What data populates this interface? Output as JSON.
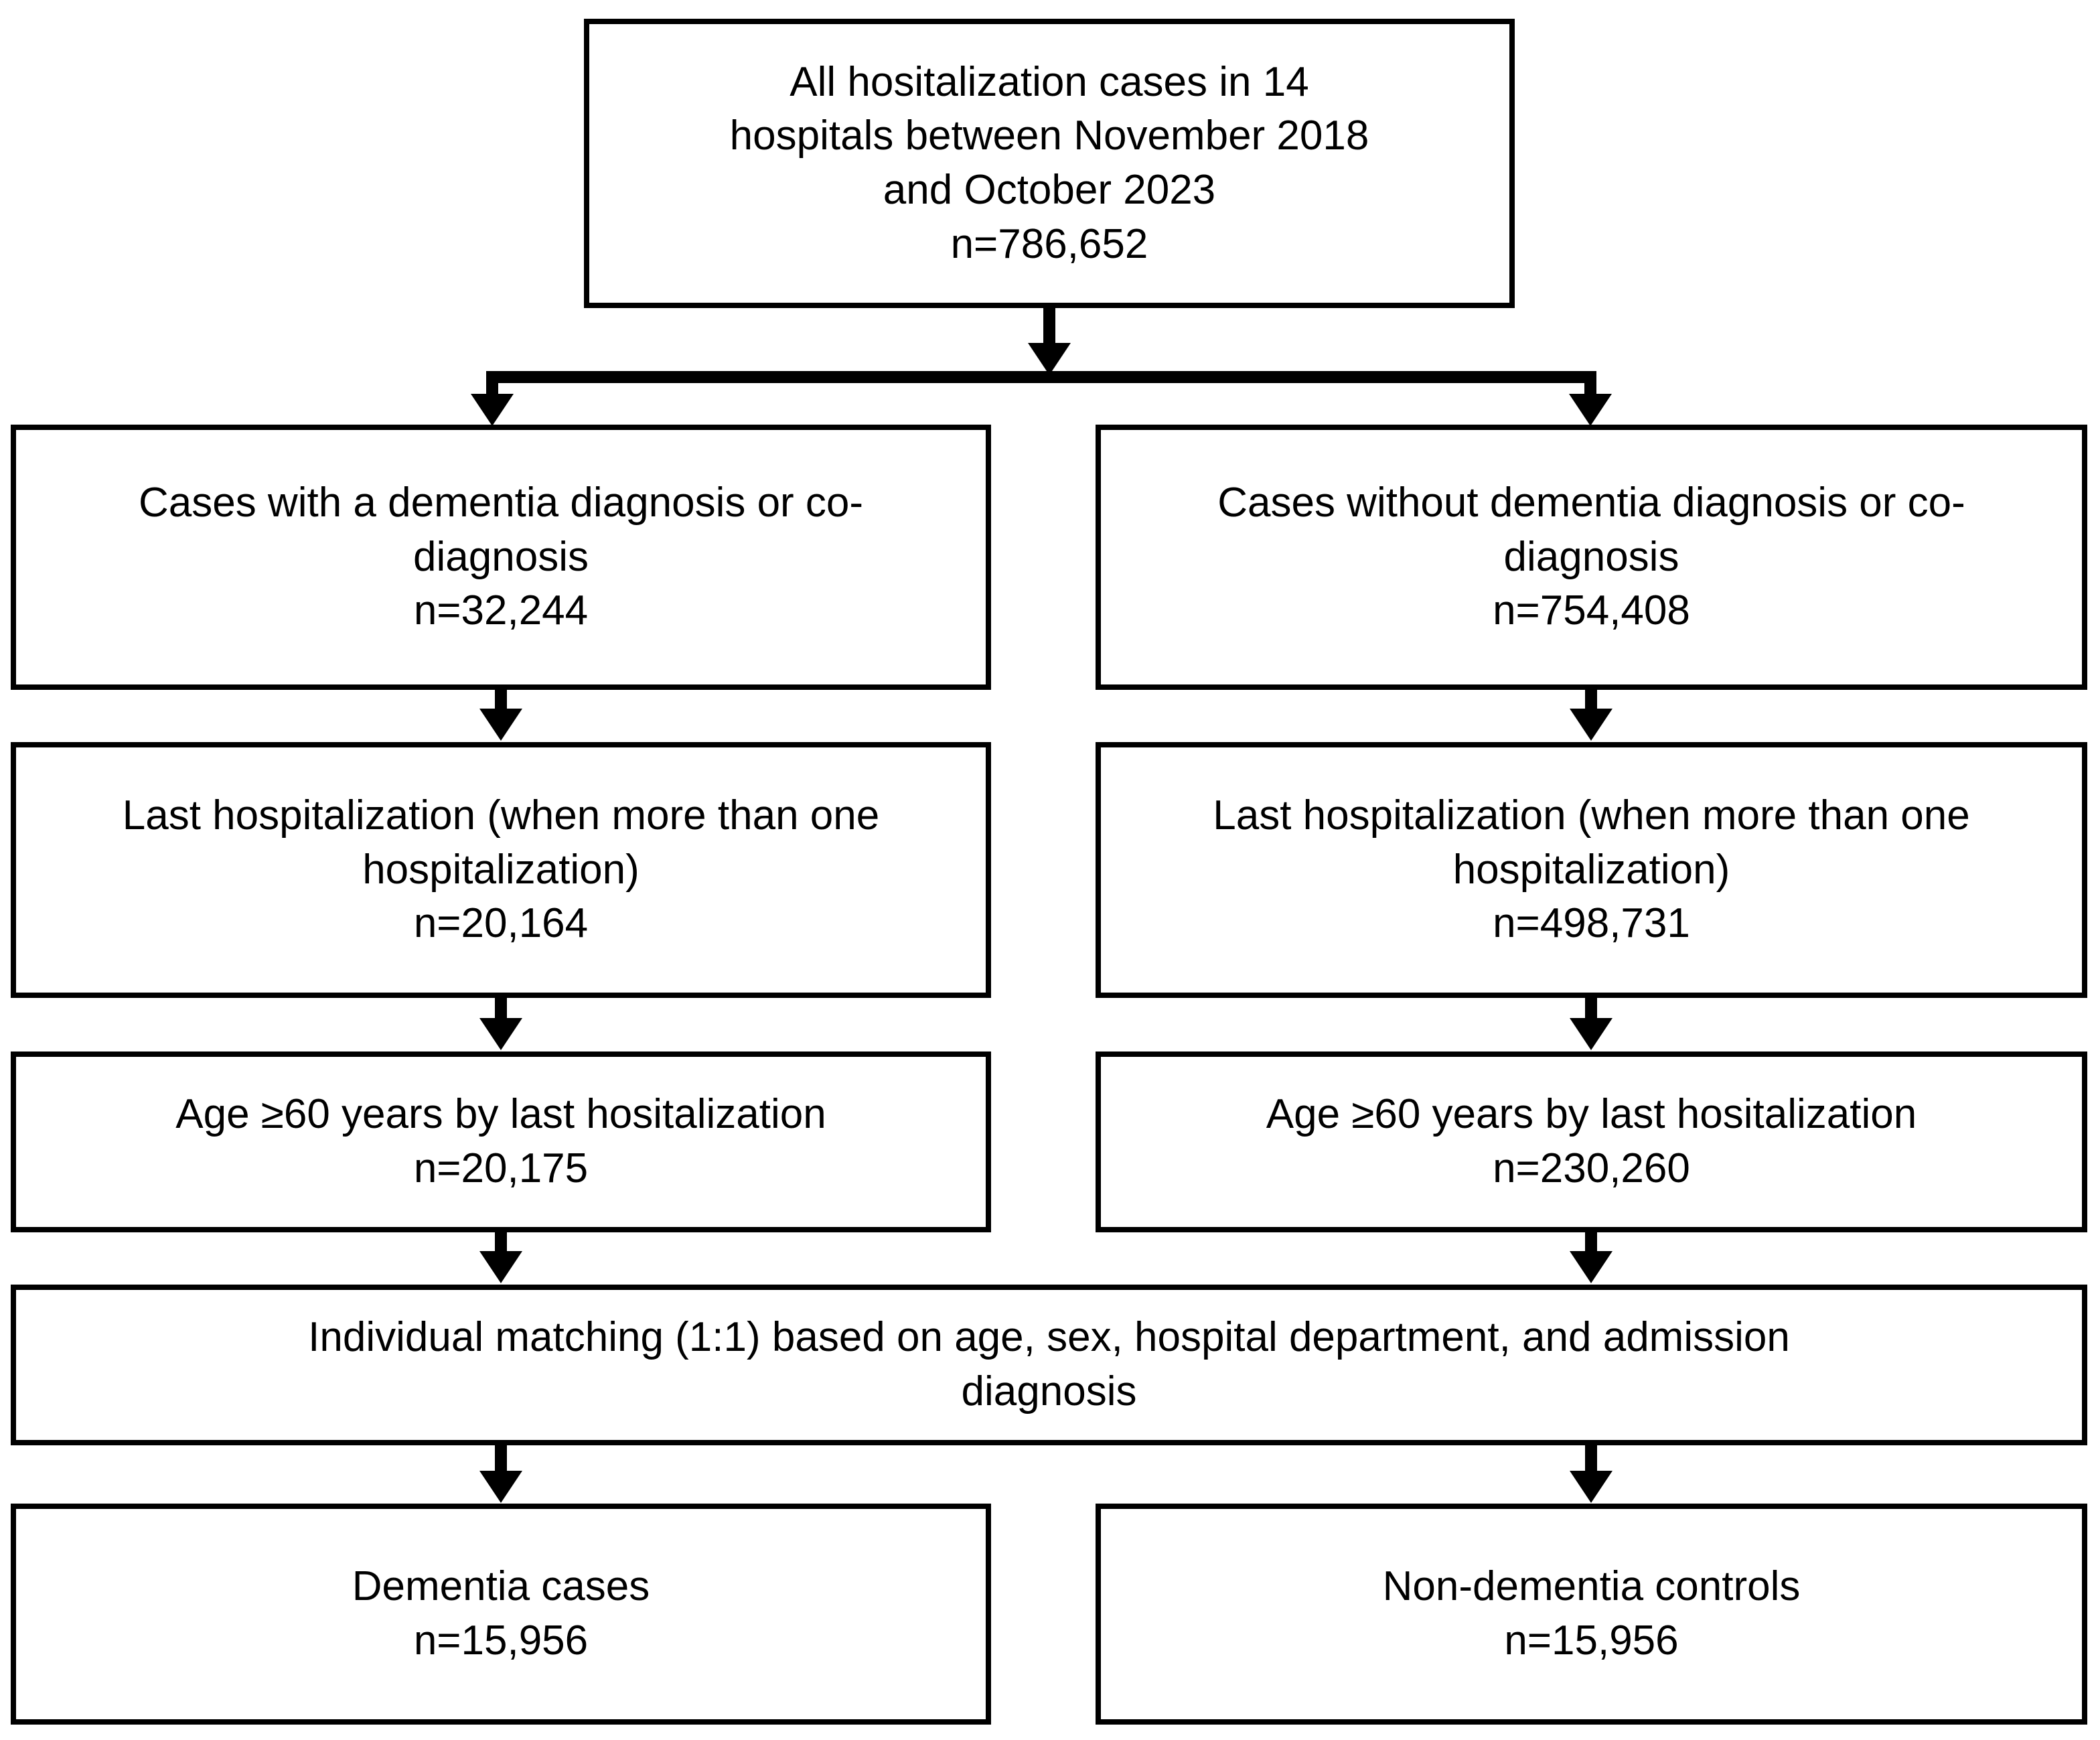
{
  "diagram": {
    "type": "study-flow-chart",
    "title": "Study population selection flow diagram",
    "nodes": {
      "source": {
        "label": "All hositalization cases in 14 hospitals between November 2018 and October 2023",
        "count_label": "n=786,652",
        "count": 786652,
        "text": "All hositalization cases in 14\nhospitals between November 2018\nand October 2023\nn=786,652"
      },
      "cases_dementia": {
        "label": "Cases with a dementia diagnosis or co-diagnosis",
        "count_label": "n=32,244",
        "count": 32244,
        "text": "Cases with a dementia diagnosis or co-\ndiagnosis\nn=32,244"
      },
      "cases_no_dementia": {
        "label": "Cases without dementia diagnosis or co-diagnosis",
        "count_label": "n=754,408",
        "count": 754408,
        "text": "Cases without dementia diagnosis or co-\ndiagnosis\nn=754,408"
      },
      "last_hosp_dementia": {
        "label": "Last hospitalization (when more than one hospitalization)",
        "count_label": "n=20,164",
        "count": 20164,
        "text": "Last hospitalization (when more than one\nhospitalization)\nn=20,164"
      },
      "last_hosp_no_dementia": {
        "label": "Last hospitalization (when more than one hospitalization)",
        "count_label": "n=498,731",
        "count": 498731,
        "text": "Last hospitalization (when more than one\nhospitalization)\nn=498,731"
      },
      "age_dementia": {
        "label": "Age ≥60 years by last hositalization",
        "count_label": "n=20,175",
        "count": 20175,
        "text": "Age ≥60 years by last hositalization\nn=20,175"
      },
      "age_no_dementia": {
        "label": "Age ≥60 years by last hositalization",
        "count_label": "n=230,260",
        "count": 230260,
        "text": "Age ≥60 years by last hositalization\nn=230,260"
      },
      "matching": {
        "label": "Individual matching (1:1) based on age, sex, hospital department, and admission diagnosis",
        "text": "Individual matching (1:1) based on age, sex, hospital department, and admission\ndiagnosis"
      },
      "final_cases": {
        "label": "Dementia cases",
        "count_label": "n=15,956",
        "count": 15956,
        "text": "Dementia cases\nn=15,956"
      },
      "final_controls": {
        "label": "Non-dementia controls",
        "count_label": "n=15,956",
        "count": 15956,
        "text": "Non-dementia controls\nn=15,956"
      }
    },
    "style": {
      "box_border_color": "#000000",
      "box_fill_color": "#ffffff",
      "text_color": "#000000",
      "arrow_color": "#000000"
    }
  }
}
